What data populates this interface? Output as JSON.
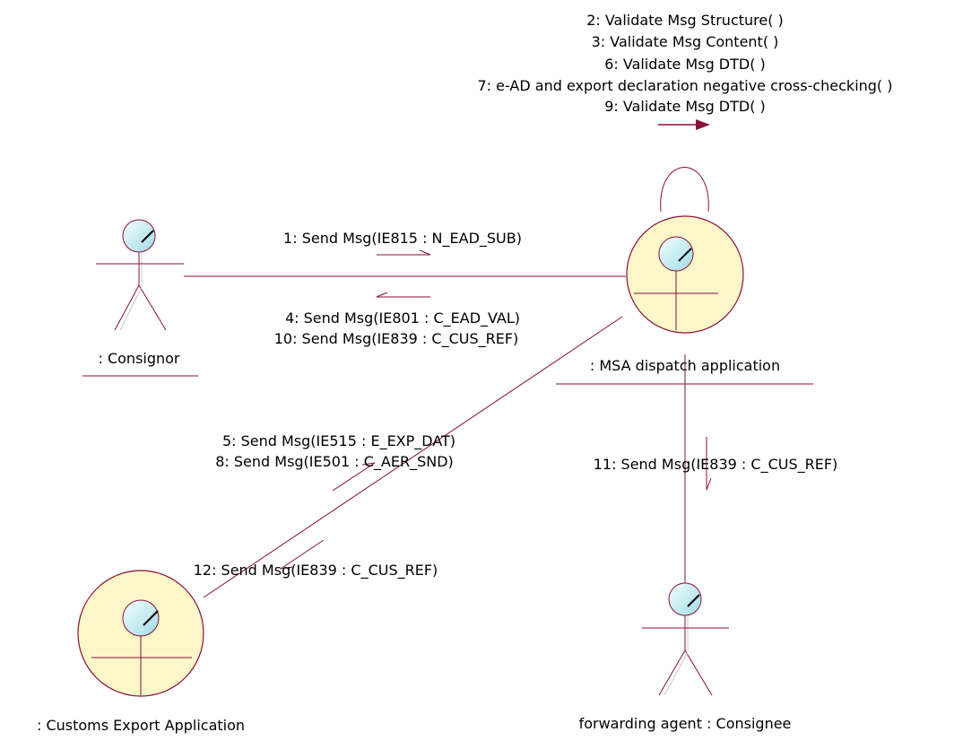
{
  "colors": {
    "stroke": "#8a0f3a",
    "boundary_fill": "#fbf7c8",
    "head_fill": "#cdeff2",
    "text": "#000000"
  },
  "actors": {
    "consignor": ": Consignor",
    "consignee": "forwarding agent : Consignee"
  },
  "objects": {
    "msa": ": MSA dispatch application",
    "customs": ": Customs Export Application"
  },
  "self_messages": [
    "2: Validate Msg Structure( )",
    "3: Validate Msg Content( )",
    "6: Validate Msg DTD( )",
    "7: e-AD and export declaration negative cross-checking( )",
    "9: Validate Msg DTD( )"
  ],
  "links": {
    "consignor_msa": {
      "forward": [
        "1: Send Msg(IE815 : N_EAD_SUB)"
      ],
      "backward": [
        "4: Send Msg(IE801 : C_EAD_VAL)",
        "10: Send Msg(IE839 : C_CUS_REF)"
      ]
    },
    "msa_customs": {
      "forward": [
        "5: Send Msg(IE515 : E_EXP_DAT)",
        "8: Send Msg(IE501 : C_AER_SND)"
      ],
      "backward": [
        "12: Send Msg(IE839 : C_CUS_REF)"
      ]
    },
    "msa_consignee": {
      "forward": [
        "11: Send Msg(IE839 : C_CUS_REF)"
      ]
    }
  }
}
